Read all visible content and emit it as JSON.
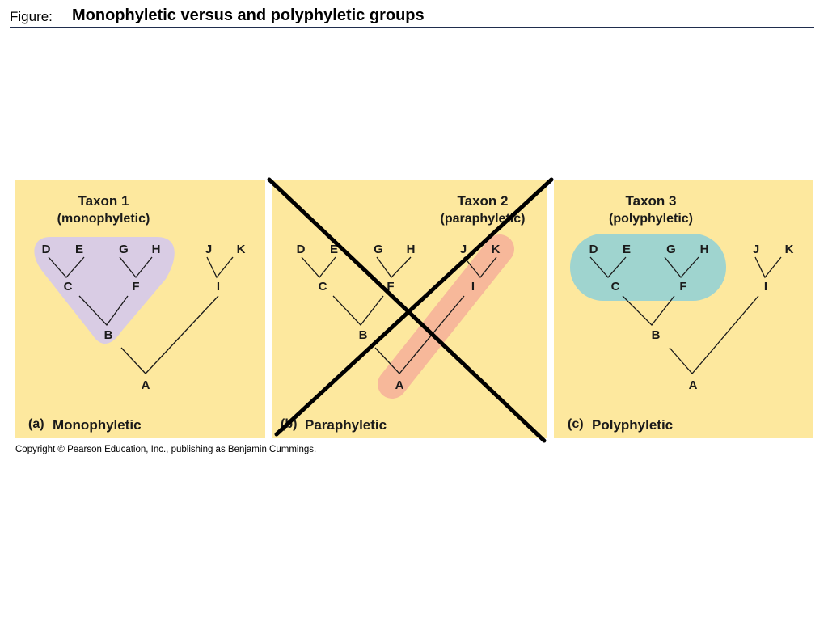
{
  "header": {
    "prefix": "Figure:",
    "title": "Monophyletic versus and polyphyletic groups"
  },
  "panels": [
    {
      "taxon_title": "Taxon 1",
      "taxon_subtitle": "(monophyletic)",
      "caption_letter": "(a)",
      "caption_text": "Monophyletic",
      "labels": {
        "D": "D",
        "E": "E",
        "G": "G",
        "H": "H",
        "J": "J",
        "K": "K",
        "C": "C",
        "F": "F",
        "I": "I",
        "B": "B",
        "A": "A"
      },
      "highlight_color": "#d9cce4"
    },
    {
      "taxon_title": "Taxon 2",
      "taxon_subtitle": "(paraphyletic)",
      "caption_letter": "(b)",
      "caption_text": "Paraphyletic",
      "labels": {
        "D": "D",
        "E": "E",
        "G": "G",
        "H": "H",
        "J": "J",
        "K": "K",
        "C": "C",
        "F": "F",
        "I": "I",
        "B": "B",
        "A": "A"
      },
      "highlight_color": "#f7b89a"
    },
    {
      "taxon_title": "Taxon 3",
      "taxon_subtitle": "(polyphyletic)",
      "caption_letter": "(c)",
      "caption_text": "Polyphyletic",
      "labels": {
        "D": "D",
        "E": "E",
        "G": "G",
        "H": "H",
        "J": "J",
        "K": "K",
        "C": "C",
        "F": "F",
        "I": "I",
        "B": "B",
        "A": "A"
      },
      "highlight_color": "#9fd4cf"
    }
  ],
  "colors": {
    "panel_background": "#fde89e",
    "cross_out": "#000000"
  },
  "copyright": "Copyright © Pearson Education, Inc., publishing as Benjamin Cummings."
}
